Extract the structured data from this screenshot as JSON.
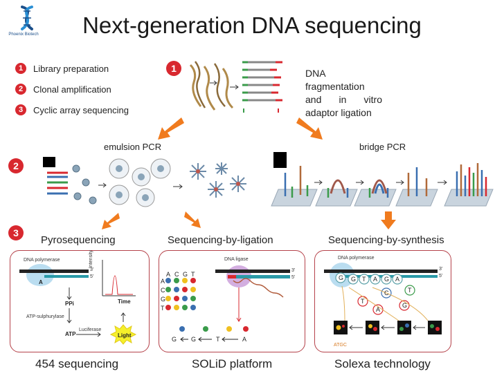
{
  "title": "Next-generation DNA sequencing",
  "logo": {
    "name": "Phoenix Biotech",
    "tagline": ""
  },
  "legend": [
    {
      "num": "1",
      "label": "Library preparation"
    },
    {
      "num": "2",
      "label": "Clonal amplification"
    },
    {
      "num": "3",
      "label": "Cyclic array sequencing"
    }
  ],
  "step_badges": [
    "1",
    "2",
    "3"
  ],
  "fragmentation_text": "DNA fragmentation and in vitro adaptor ligation",
  "amplification": {
    "emulsion": "emulsion PCR",
    "bridge": "bridge PCR"
  },
  "methods": {
    "pyro": "Pyrosequencing",
    "ligation": "Sequencing-by-ligation",
    "synthesis": "Sequencing-by-synthesis"
  },
  "technologies": {
    "pyro": "454 sequencing",
    "ligation": "SOLiD platform",
    "synthesis": "Solexa technology"
  },
  "pyro_panel": {
    "enzyme": "DNA polymerase",
    "base": "A",
    "three_prime": "3'",
    "five_prime": "5'",
    "ppi": "PPi",
    "atp_sulphurylase": "ATP-sulphurylase",
    "atp": "ATP",
    "luciferase": "Luciferase",
    "light": "Light",
    "intensity": "Intensity",
    "time": "Time"
  },
  "ligation_panel": {
    "enzyme": "DNA ligase",
    "bases_top": [
      "A",
      "C",
      "G",
      "T"
    ],
    "bases_side": [
      "A",
      "C",
      "G",
      "T"
    ],
    "three_prime": "3'",
    "five_prime": "5'",
    "read": [
      "G",
      "G",
      "T",
      "A"
    ]
  },
  "synthesis_panel": {
    "enzyme": "DNA polymerase",
    "three_prime": "3'",
    "five_prime": "5'",
    "template": [
      "G",
      "G",
      "T",
      "A",
      "G",
      "A"
    ],
    "free_bases": [
      "T",
      "C",
      "T",
      "A",
      "G"
    ],
    "footer": "ATGC"
  },
  "colors": {
    "accent_red": "#d8282f",
    "arrow_orange": "#f07b1e",
    "box_border": "#b5424a"
  }
}
